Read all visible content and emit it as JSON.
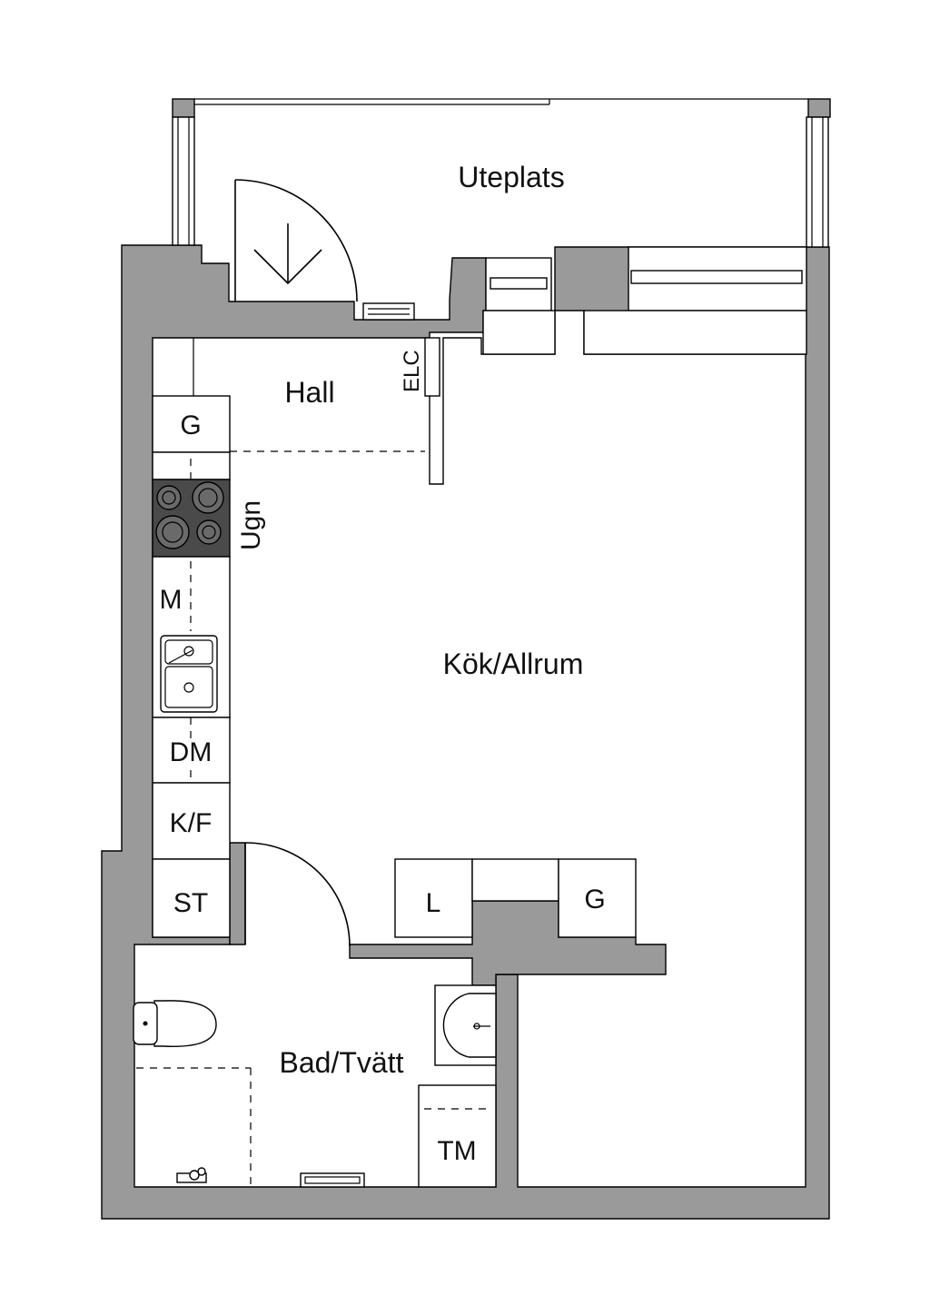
{
  "rooms": {
    "patio": "Uteplats",
    "hall": "Hall",
    "kitchen_living": "Kök/Allrum",
    "bath_laundry": "Bad/Tvätt"
  },
  "fixtures": {
    "electrical_cabinet": "ELC",
    "oven": "Ugn",
    "cabinet_g_kitchen": "G",
    "microwave": "M",
    "dishwasher": "DM",
    "fridge_freezer": "K/F",
    "storage": "ST",
    "wardrobe_l": "L",
    "wardrobe_g": "G",
    "dryer": "TM"
  },
  "colors": {
    "wall_fill": "#9a9a9a",
    "stove_fill": "#4a4a4a",
    "line": "#000000"
  }
}
